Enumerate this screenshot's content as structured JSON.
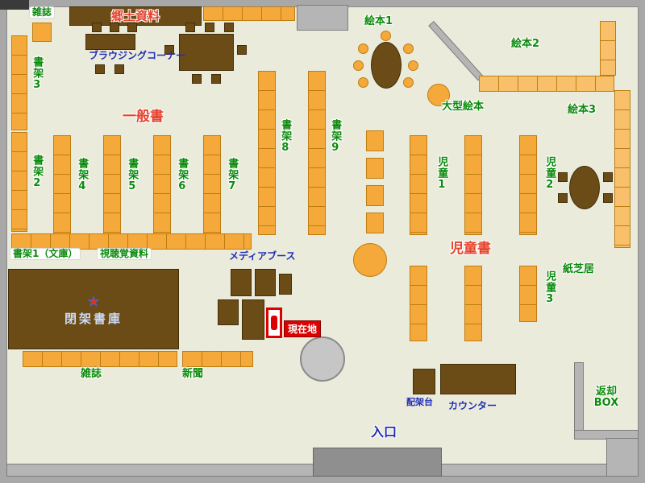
{
  "colors": {
    "floor": "#ebebdc",
    "wall_gray": "#b5b5b5",
    "shelf_orange": "#f5a93a",
    "shelf_light": "#f8c06a",
    "shelf_border": "#bd7d12",
    "wood_brown": "#6b4c16",
    "label_red": "#e5432c",
    "label_green": "#0b8a0b",
    "label_blue": "#1f2eb4",
    "marker_red": "#dd0000",
    "stacks_text_blue": "#ccdcf8"
  },
  "labels": {
    "magazines_top": "雑誌",
    "local_materials": "郷土資料",
    "browsing_corner": "ブラウジングコーナー",
    "picture_book_1": "絵本1",
    "picture_book_2": "絵本2",
    "picture_book_3": "絵本3",
    "large_picture_books": "大型絵本",
    "general_books": "一般書",
    "shelf_1_bunko": "書架1（文庫）",
    "shelf_2": "書架2",
    "shelf_3": "書架3",
    "shelf_4": "書架4",
    "shelf_5": "書架5",
    "shelf_6": "書架6",
    "shelf_7": "書架7",
    "shelf_8": "書架8",
    "shelf_9": "書架9",
    "audiovisual_materials": "視聴覚資料",
    "media_booth": "メディアブース",
    "closed_stacks": "閉架書庫",
    "current_location": "現在地",
    "children_books": "児童書",
    "children_1": "児童1",
    "children_2": "児童2",
    "children_3": "児童3",
    "kamishibai": "紙芝居",
    "magazines_bottom": "雑誌",
    "newspapers": "新聞",
    "sorting_table": "配架台",
    "counter": "カウンター",
    "return_box": "返却BOX",
    "entrance": "入口"
  }
}
